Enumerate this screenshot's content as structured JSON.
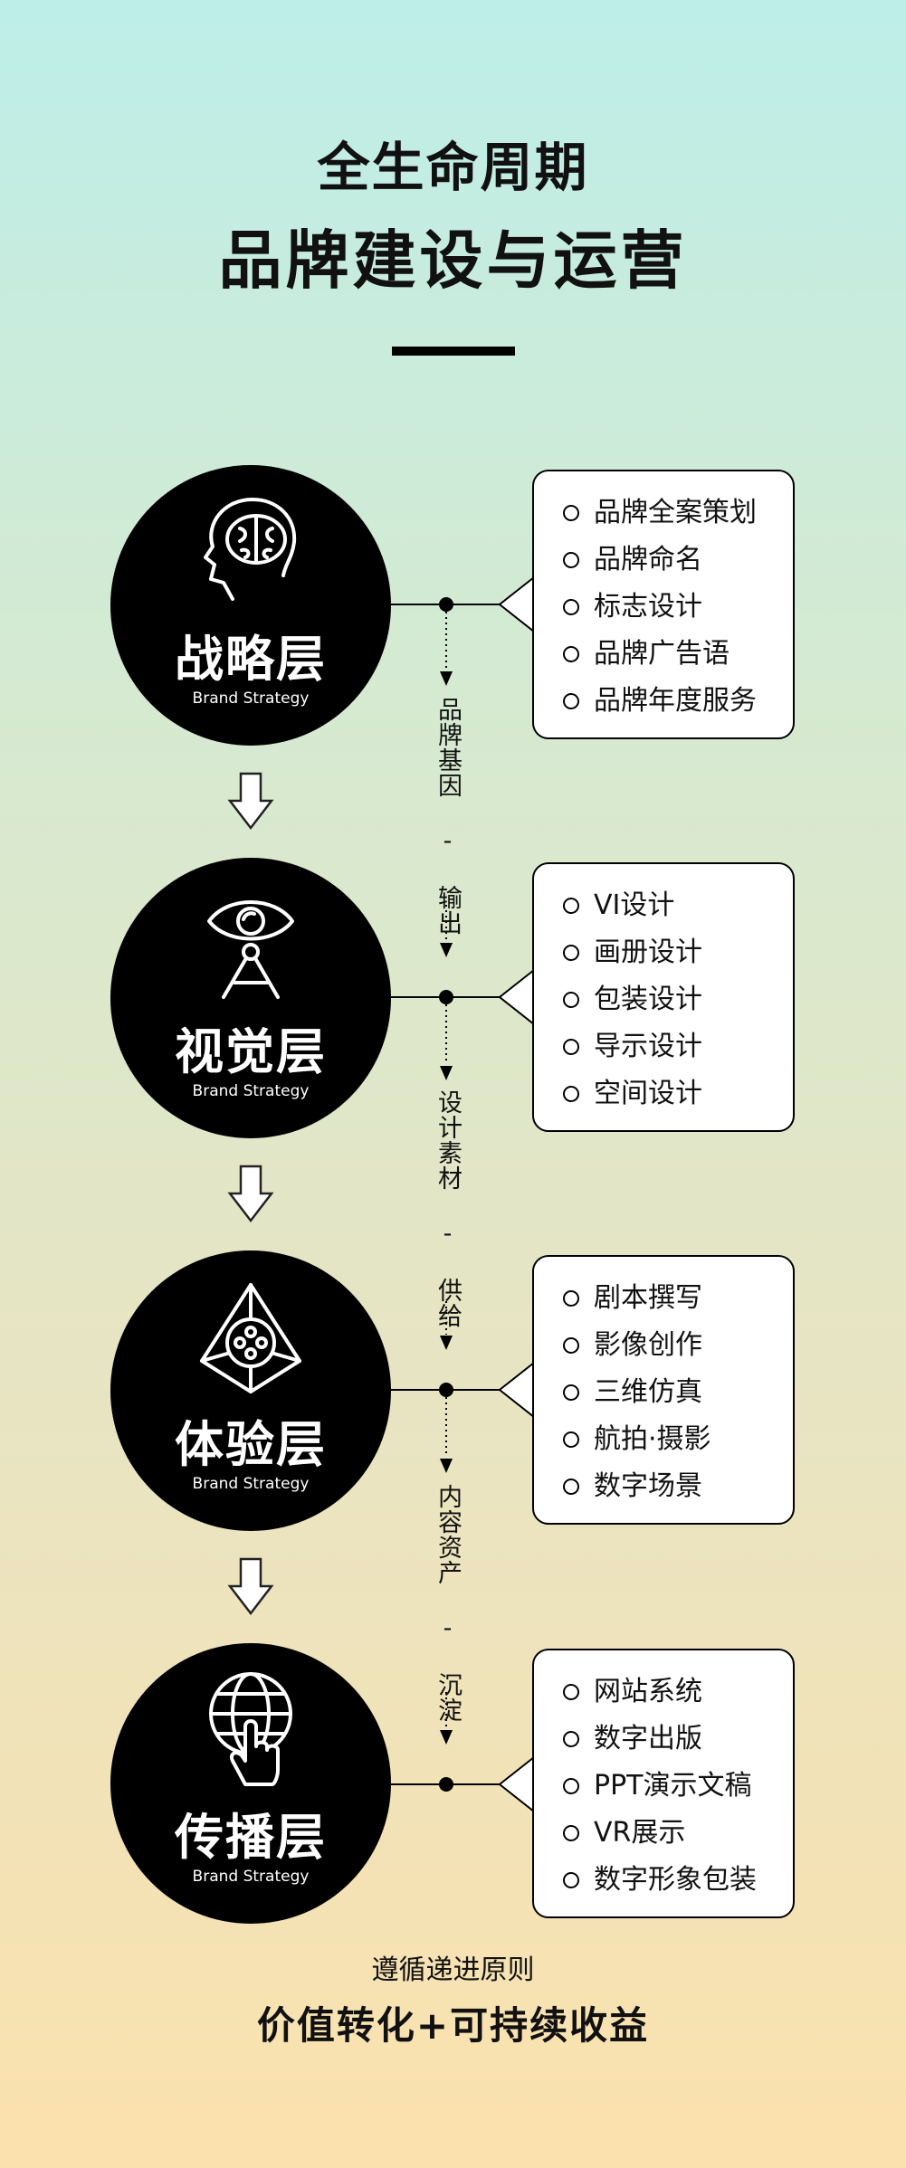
{
  "header": {
    "subtitle": "全生命周期",
    "title": "品牌建设与运营"
  },
  "layers": [
    {
      "name": "战略层",
      "en": "Brand Strategy",
      "icon": "brain-head-icon",
      "items": [
        "品牌全案策划",
        "品牌命名",
        "标志设计",
        "品牌广告语",
        "品牌年度服务"
      ]
    },
    {
      "name": "视觉层",
      "en": "Brand Strategy",
      "icon": "eye-compass-icon",
      "items": [
        "VI设计",
        "画册设计",
        "包装设计",
        "导示设计",
        "空间设计"
      ]
    },
    {
      "name": "体验层",
      "en": "Brand Strategy",
      "icon": "pyramid-film-icon",
      "items": [
        "剧本撰写",
        "影像创作",
        "三维仿真",
        "航拍·摄影",
        "数字场景"
      ]
    },
    {
      "name": "传播层",
      "en": "Brand Strategy",
      "icon": "globe-touch-icon",
      "items": [
        "网站系统",
        "数字出版",
        "PPT演示文稿",
        "VR展示",
        "数字形象包装"
      ]
    }
  ],
  "connectors": [
    "品牌基因 - 输出",
    "设计素材 - 供给",
    "内容资产 - 沉淀"
  ],
  "footer": {
    "line1": "遵循递进原则",
    "line2": "价值转化+可持续收益"
  }
}
